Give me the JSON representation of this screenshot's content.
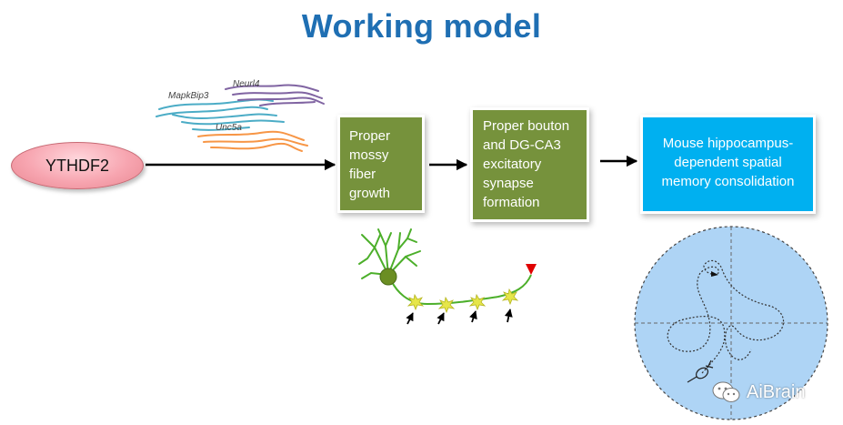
{
  "title": "Working model",
  "start_node": "YTHDF2",
  "genes": {
    "gene1": "MapkBip3",
    "gene2": "Neurl4",
    "gene3": "Unc5a"
  },
  "steps": [
    {
      "lines": [
        "Proper",
        "mossy",
        "fiber",
        "growth"
      ]
    },
    {
      "lines": [
        "Proper bouton",
        "and DG-CA3",
        "excitatory",
        "synapse",
        "formation"
      ]
    },
    {
      "lines": [
        "Mouse hippocampus-",
        "dependent spatial",
        "memory consolidation"
      ]
    }
  ],
  "colors": {
    "title": "#1f6fb3",
    "green_box": "#76923c",
    "blue_box": "#00b0f0",
    "ellipse": "#f7a5b0",
    "maze": "#aed4f5",
    "gene1_strand": "#4bacc6",
    "gene2_strand": "#8064a2",
    "gene3_strand": "#f79646",
    "neuron": "#4caf2a",
    "bouton": "#e6e64a",
    "target": "#e00000"
  },
  "watermark": "AiBrain"
}
